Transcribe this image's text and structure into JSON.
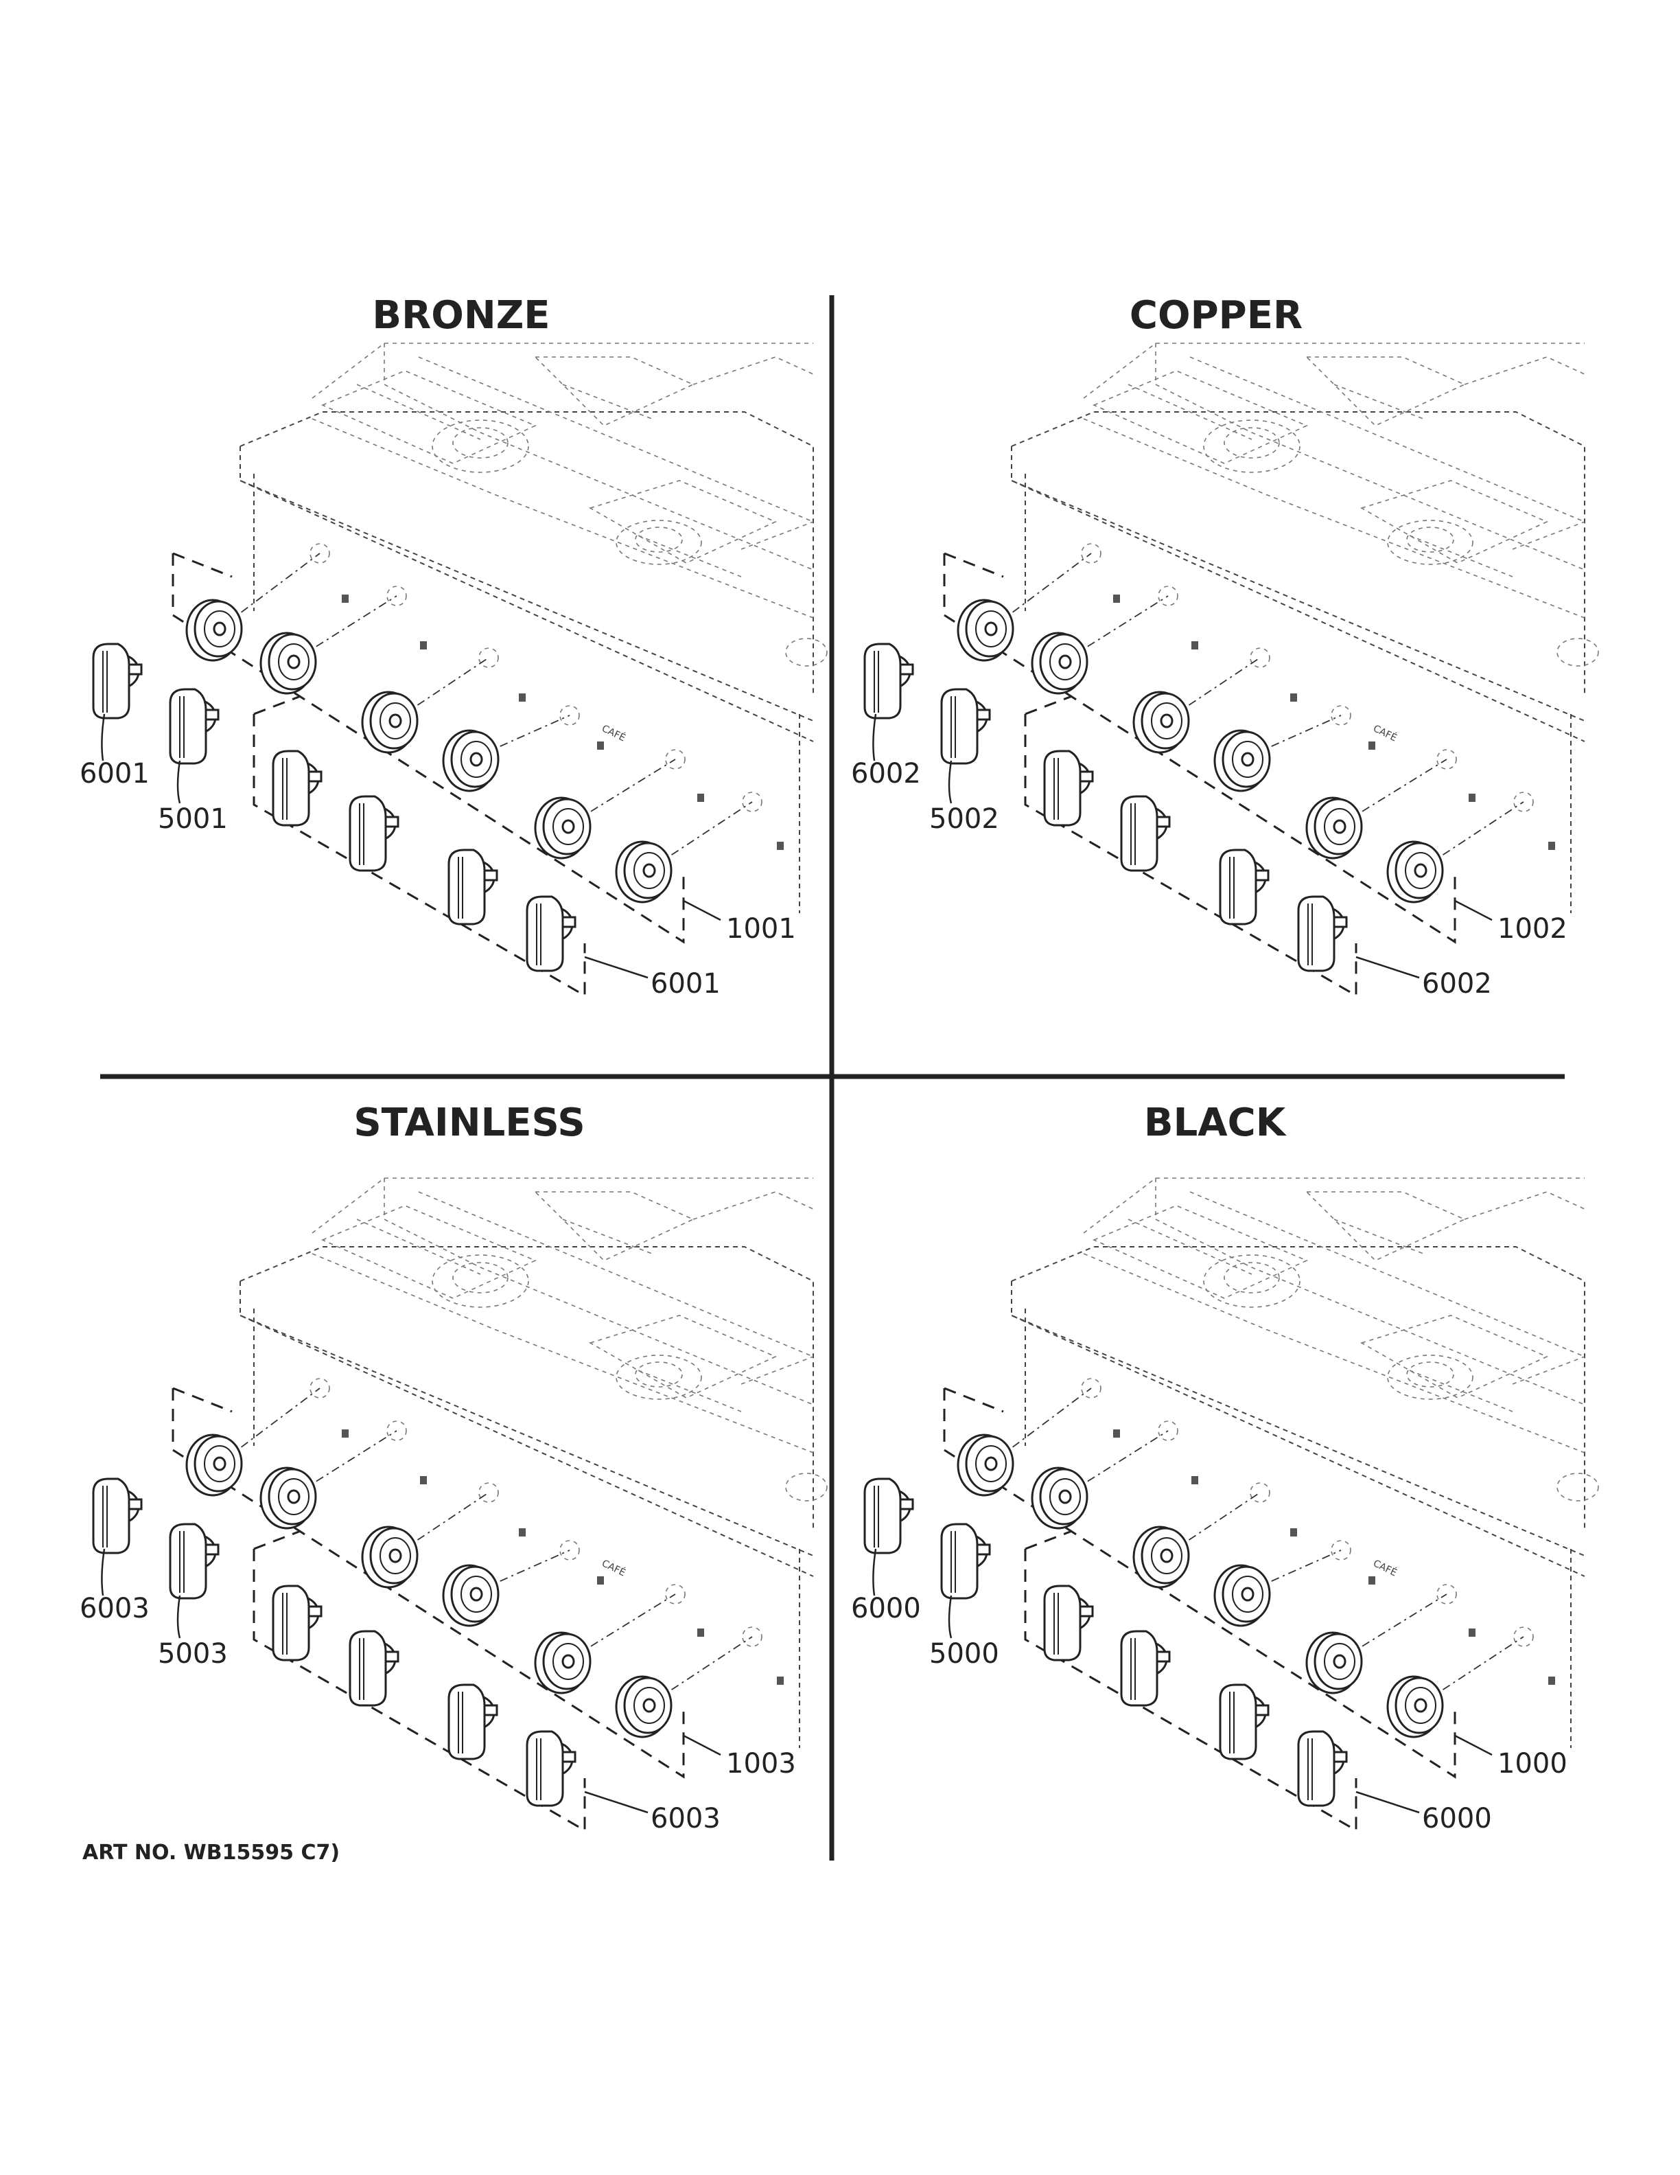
{
  "panels": [
    {
      "title": "BRONZE",
      "callouts": {
        "knob_single": "6001",
        "knob_alt": "5001",
        "bezel": "1001",
        "knob_group": "6001"
      }
    },
    {
      "title": "COPPER",
      "callouts": {
        "knob_single": "6002",
        "knob_alt": "5002",
        "bezel": "1002",
        "knob_group": "6002"
      }
    },
    {
      "title": "STAINLESS",
      "callouts": {
        "knob_single": "6003",
        "knob_alt": "5003",
        "bezel": "1003",
        "knob_group": "6003"
      }
    },
    {
      "title": "BLACK",
      "callouts": {
        "knob_single": "6000",
        "knob_alt": "5000",
        "bezel": "1000",
        "knob_group": "6000"
      }
    }
  ],
  "brand_mark": "CAFÉ",
  "art_number": "ART NO. WB15595 C7)"
}
